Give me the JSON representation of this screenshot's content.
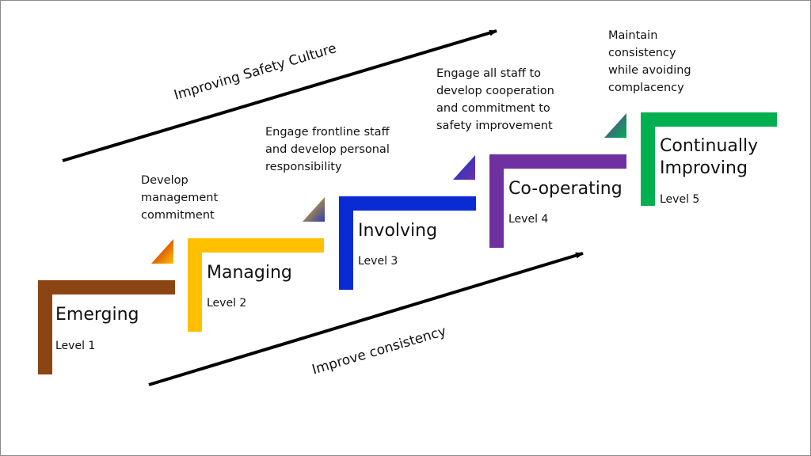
{
  "arrows": {
    "top_label": "Improving Safety Culture",
    "bottom_label": "Improve consistency"
  },
  "steps": [
    {
      "title": "Emerging",
      "level": "Level 1",
      "color": "#8B4513",
      "description": "Develop\nmanagement\ncommitment",
      "triangle_from": "#C00000",
      "triangle_to": "#FFC000"
    },
    {
      "title": "Managing",
      "level": "Level 2",
      "color": "#FFC000",
      "description": "Engage frontline staff\nand develop personal\nresponsibility",
      "triangle_from": "#FFC000",
      "triangle_to": "#2E3FB0"
    },
    {
      "title": "Involving",
      "level": "Level 3",
      "color": "#0A2BD4",
      "description": "Engage all staff to\ndevelop cooperation\nand commitment to\nsafety improvement",
      "triangle_from": "#1436D9",
      "triangle_to": "#7030A0"
    },
    {
      "title": "Co-operating",
      "level": "Level 4",
      "color": "#7030A0",
      "description": "Maintain\nconsistency\nwhile avoiding\ncomplacency",
      "triangle_from": "#7030A0",
      "triangle_to": "#00B050"
    },
    {
      "title": "Continually\nImproving",
      "level": "Level 5",
      "color": "#00B050"
    }
  ]
}
